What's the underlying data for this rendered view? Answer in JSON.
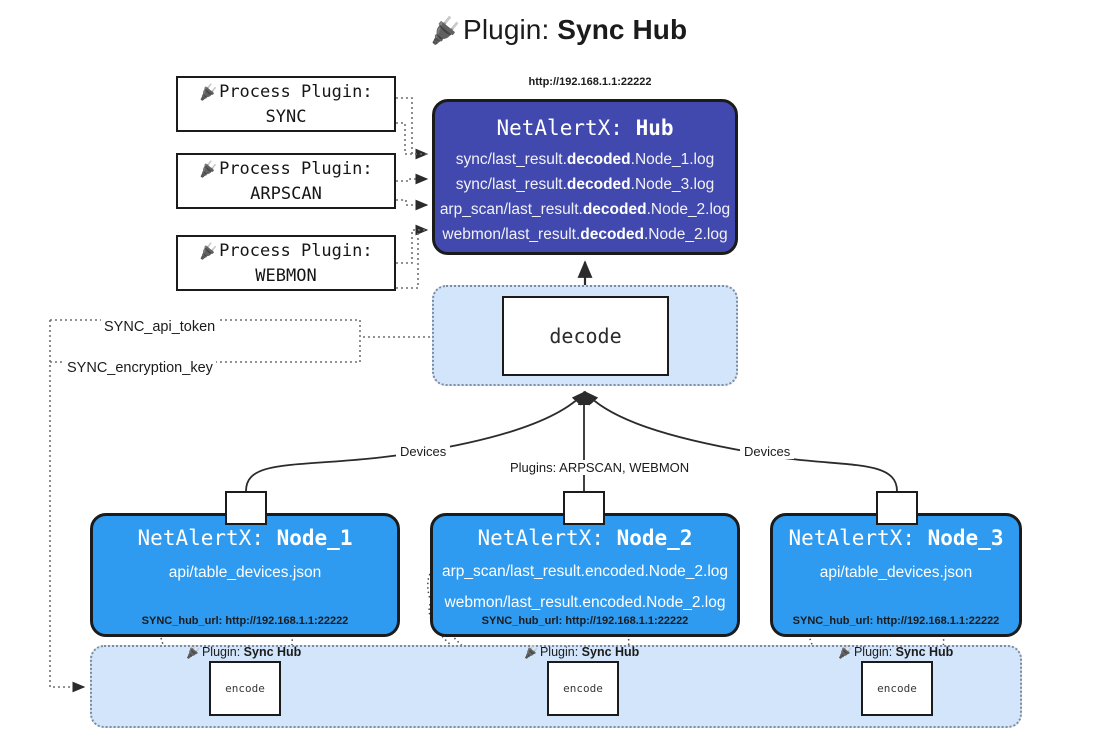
{
  "title": {
    "icon": "plug-icon",
    "prefix": "Plugin: ",
    "name": "Sync Hub"
  },
  "hub": {
    "url": "http://192.168.1.1:22222",
    "label_prefix": "NetAlertX: ",
    "label_name": "Hub",
    "rows": [
      {
        "pre": "sync/last_result.",
        "em": "decoded",
        "post": ".Node_1.log"
      },
      {
        "pre": "sync/last_result.",
        "em": "decoded",
        "post": ".Node_3.log"
      },
      {
        "pre": "arp_scan/last_result.",
        "em": "decoded",
        "post": ".Node_2.log"
      },
      {
        "pre": "webmon/last_result.",
        "em": "decoded",
        "post": ".Node_2.log"
      }
    ],
    "color": "#4148ae"
  },
  "process_plugins": [
    {
      "icon": "plug-icon",
      "line1": "Process Plugin:",
      "line2": "SYNC"
    },
    {
      "icon": "plug-icon",
      "line1": "Process Plugin:",
      "line2": "ARPSCAN"
    },
    {
      "icon": "plug-icon",
      "line1": "Process Plugin:",
      "line2": "WEBMON"
    }
  ],
  "decode": {
    "label": "decode",
    "cluster_color": "#d3e5fa"
  },
  "keys": {
    "api_token": "SYNC_api_token",
    "encryption_key": "SYNC_encryption_key"
  },
  "edge_labels": {
    "devices_left": "Devices",
    "devices_right": "Devices",
    "plugins_mid": "Plugins: ARPSCAN, WEBMON"
  },
  "nodes": [
    {
      "id": "node1",
      "icon": "envelope-icon",
      "label_prefix": "NetAlertX: ",
      "label_name": "Node_1",
      "rows": [
        "api/table_devices.json"
      ],
      "footer": "SYNC_hub_url: http://192.168.1.1:22222",
      "color": "#2e9bf0"
    },
    {
      "id": "node2",
      "icon": "envelope-icon",
      "label_prefix": "NetAlertX: ",
      "label_name": "Node_2",
      "rows": [
        "arp_scan/last_result.encoded.Node_2.log",
        "webmon/last_result.encoded.Node_2.log"
      ],
      "footer": "SYNC_hub_url: http://192.168.1.1:22222",
      "color": "#2e9bf0"
    },
    {
      "id": "node3",
      "icon": "envelope-icon",
      "label_prefix": "NetAlertX: ",
      "label_name": "Node_3",
      "rows": [
        "api/table_devices.json"
      ],
      "footer": "SYNC_hub_url: http://192.168.1.1:22222",
      "color": "#2e9bf0"
    }
  ],
  "encoders": [
    {
      "caption_prefix": "Plugin: ",
      "caption_name": "Sync Hub",
      "box_label": "encode"
    },
    {
      "caption_prefix": "Plugin: ",
      "caption_name": "Sync Hub",
      "box_label": "encode"
    },
    {
      "caption_prefix": "Plugin: ",
      "caption_name": "Sync Hub",
      "box_label": "encode"
    }
  ]
}
